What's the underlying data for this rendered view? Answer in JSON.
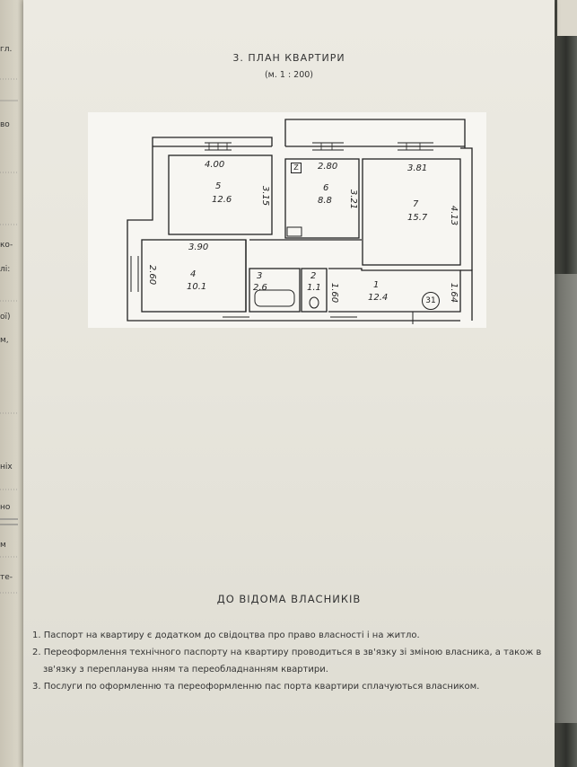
{
  "page": {
    "title": "3. ПЛАН КВАРТИРИ",
    "scale": "(м. 1 : 200)"
  },
  "left_margin_fragments": [
    "гл.",
    "во",
    "ко-",
    "лі:",
    "ої)",
    "м,",
    "ніх",
    "но",
    "м",
    "те-"
  ],
  "floor_plan": {
    "rooms": [
      {
        "number": "5",
        "area": "12.6",
        "width": "4.00",
        "height": "3.15"
      },
      {
        "number": "6",
        "area": "8.8",
        "width": "2.80",
        "height": "3.21"
      },
      {
        "number": "7",
        "area": "15.7",
        "width": "3.81",
        "height": "4.13"
      },
      {
        "number": "4",
        "area": "10.1",
        "width": "3.90",
        "height": "2.60"
      },
      {
        "number": "3",
        "area": "2.6"
      },
      {
        "number": "2",
        "area": "1.1"
      },
      {
        "number": "1",
        "area": "12.4",
        "height": "1.60",
        "height2": "1.64"
      }
    ],
    "apartment_number": "31",
    "marker": "Z"
  },
  "notice": {
    "title": "ДО ВІДОМА ВЛАСНИКІВ",
    "items": [
      "1. Паспорт на квартиру є додатком до свідоцтва  про право власності і на житло.",
      "2. Переоформлення технічного паспорту на квартиру проводиться в  зв'язку зі  зміною власника, а також в зв'язку з перепланува нням та переобладнанням квартири.",
      "3. Послуги по оформленню та переоформленню пас порта квартири сплачуються власником."
    ]
  }
}
